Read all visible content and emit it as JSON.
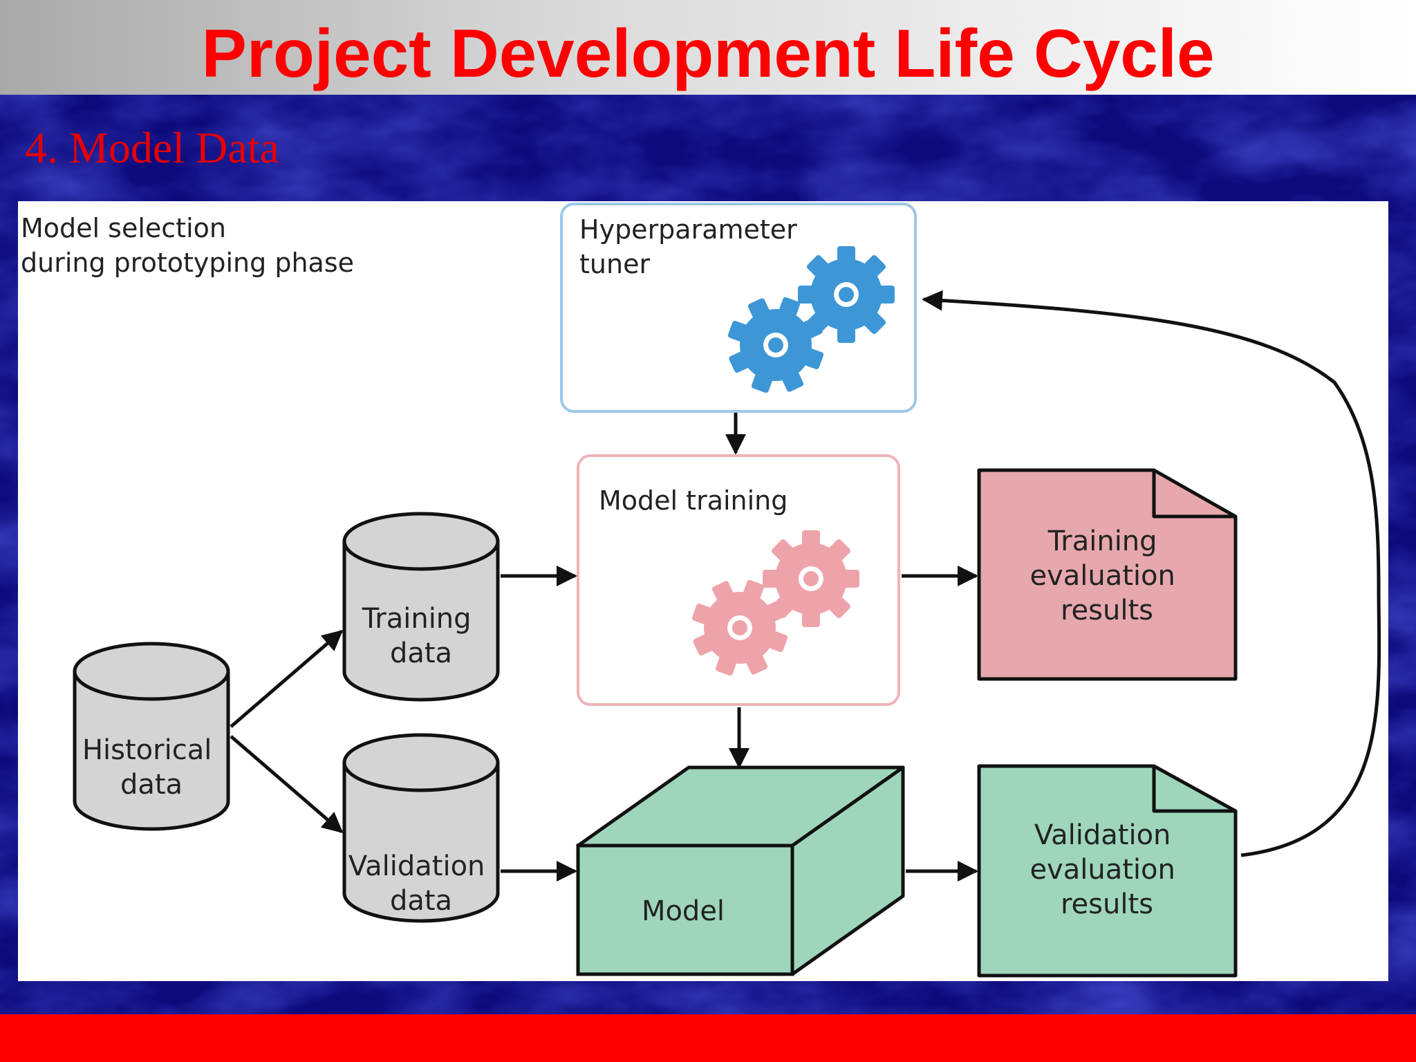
{
  "slide": {
    "title": "Project Development Life Cycle",
    "subtitle": "4. Model Data"
  },
  "diagram": {
    "caption": [
      "Model selection",
      "during prototyping phase"
    ],
    "hyperparameter_tuner": [
      "Hyperparameter",
      "tuner"
    ],
    "model_training": "Model training",
    "historical_data": [
      "Historical",
      "data"
    ],
    "training_data": [
      "Training",
      "data"
    ],
    "validation_data": [
      "Validation",
      "data"
    ],
    "model": "Model",
    "training_results": [
      "Training",
      "evaluation",
      "results"
    ],
    "validation_results": [
      "Validation",
      "evaluation",
      "results"
    ]
  },
  "colors": {
    "title_red": "#ff0000",
    "tuner_border": "#9cc8e8",
    "gear_blue": "#3d96d6",
    "training_border": "#efb3b8",
    "gear_pink": "#eea3aa",
    "training_results_fill": "#e6a8ad",
    "green_fill": "#9fd6bb",
    "cylinder_fill": "#d4d4d4",
    "footer_red": "#ff0000"
  }
}
